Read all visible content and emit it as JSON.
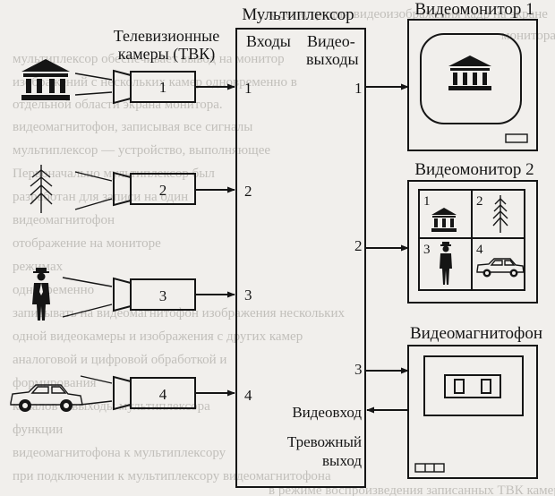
{
  "multiplexer": {
    "title": "Мультиплексор",
    "inputs_label": "Входы",
    "outputs_label_1": "Видео-",
    "outputs_label_2": "выходы",
    "input_numbers": [
      "1",
      "2",
      "3",
      "4"
    ],
    "output_numbers": [
      "1",
      "2",
      "3"
    ],
    "video_in_label": "Видеовход",
    "alarm_label_1": "Тревожный",
    "alarm_label_2": "выход"
  },
  "cameras": {
    "title_1": "Телевизионные",
    "title_2": "камеры (ТВК)",
    "numbers": [
      "1",
      "2",
      "3",
      "4"
    ],
    "subjects": [
      "building-icon",
      "tree-icon",
      "person-icon",
      "car-icon"
    ]
  },
  "monitor1": {
    "title": "Видеомонитор 1"
  },
  "monitor2": {
    "title": "Видеомонитор 2",
    "quadrants": [
      "1",
      "2",
      "3",
      "4"
    ]
  },
  "recorder": {
    "title": "Видеомагнитофон"
  },
  "background_text": [
    "к регистрации видеоизображения кадр на экране",
    "монитора.",
    "мультиплексор обеспечивает вывод на монитор",
    "изображений с нескольких камер одновременно в",
    "отдельной области экрана монитора.",
    "видеомагнитофон, записывая все сигналы",
    "мультиплексор — устройство, выполняющее",
    "Первоначально мультиплексор был",
    "разработан для записи на один",
    "видеомагнитофон",
    "отображение на мониторе",
    "режимах",
    "одновременно",
    "записывать на видеомагнитофон изображения нескольких",
    "одной видеокамеры и изображения с других камер",
    "аналоговой и цифровой обработкой и",
    "формирования",
    "каналов и выходы мультиплексора",
    "функции",
    "видеомагнитофона к мультиплексору",
    "при подключении к мультиплексору видеомагнитофона",
    "в режиме воспроизведения записанных ТВК камер"
  ]
}
